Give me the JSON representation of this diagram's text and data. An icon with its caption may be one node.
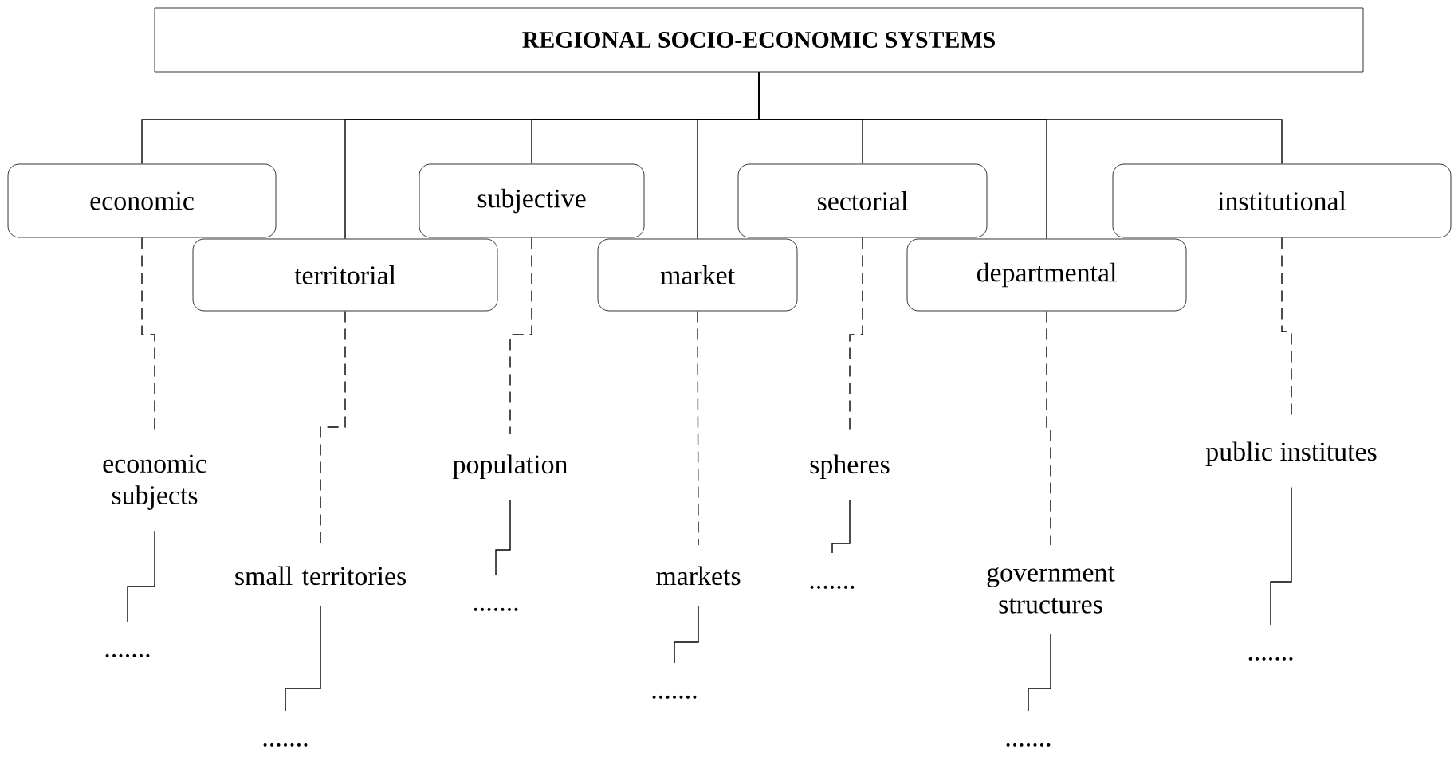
{
  "diagram": {
    "nodes": [
      {
        "text": [
          "REGIONAL SOCIO-ECONOMIC SYSTEMS"
        ]
      },
      {
        "text": [
          "economic"
        ]
      },
      {
        "text": [
          "territorial"
        ]
      },
      {
        "text": [
          "subjective"
        ]
      },
      {
        "text": [
          "market"
        ]
      },
      {
        "text": [
          "sectorial"
        ]
      },
      {
        "text": [
          "departmental"
        ]
      },
      {
        "text": [
          "institutional"
        ]
      },
      {
        "text": [
          "economic subjects"
        ]
      },
      {
        "text": [
          "......."
        ]
      },
      {
        "text": [
          "small territories"
        ]
      },
      {
        "text": [
          "......."
        ]
      },
      {
        "text": [
          "population"
        ]
      },
      {
        "text": [
          "......."
        ]
      },
      {
        "text": [
          "markets"
        ]
      },
      {
        "text": [
          "......."
        ]
      },
      {
        "text": [
          "spheres"
        ]
      },
      {
        "text": [
          "......."
        ]
      },
      {
        "text": [
          "government structures"
        ]
      },
      {
        "text": [
          "......."
        ]
      },
      {
        "text": [
          "public institutes"
        ]
      },
      {
        "text": [
          "......."
        ]
      }
    ],
    "edges": [
      {
        "from": 0,
        "to": 1,
        "arrow": "none"
      },
      {
        "from": 0,
        "to": 2,
        "arrow": "none"
      },
      {
        "from": 0,
        "to": 3,
        "arrow": "none"
      },
      {
        "from": 0,
        "to": 4,
        "arrow": "none"
      },
      {
        "from": 0,
        "to": 5,
        "arrow": "none"
      },
      {
        "from": 0,
        "to": 6,
        "arrow": "none"
      },
      {
        "from": 0,
        "to": 7,
        "arrow": "none"
      },
      {
        "from": 1,
        "to": 8,
        "arrow": "none",
        "style": "dashed"
      },
      {
        "from": 8,
        "to": 9,
        "arrow": "none"
      },
      {
        "from": 2,
        "to": 10,
        "arrow": "none",
        "style": "dashed"
      },
      {
        "from": 10,
        "to": 11,
        "arrow": "none"
      },
      {
        "from": 3,
        "to": 12,
        "arrow": "none",
        "style": "dashed"
      },
      {
        "from": 12,
        "to": 13,
        "arrow": "none"
      },
      {
        "from": 4,
        "to": 14,
        "arrow": "none",
        "style": "dashed"
      },
      {
        "from": 14,
        "to": 15,
        "arrow": "none"
      },
      {
        "from": 5,
        "to": 16,
        "arrow": "none",
        "style": "dashed"
      },
      {
        "from": 16,
        "to": 17,
        "arrow": "none"
      },
      {
        "from": 6,
        "to": 18,
        "arrow": "none",
        "style": "dashed"
      },
      {
        "from": 18,
        "to": 19,
        "arrow": "none"
      },
      {
        "from": 7,
        "to": 20,
        "arrow": "none",
        "style": "dashed"
      },
      {
        "from": 20,
        "to": 21,
        "arrow": "none"
      }
    ]
  }
}
